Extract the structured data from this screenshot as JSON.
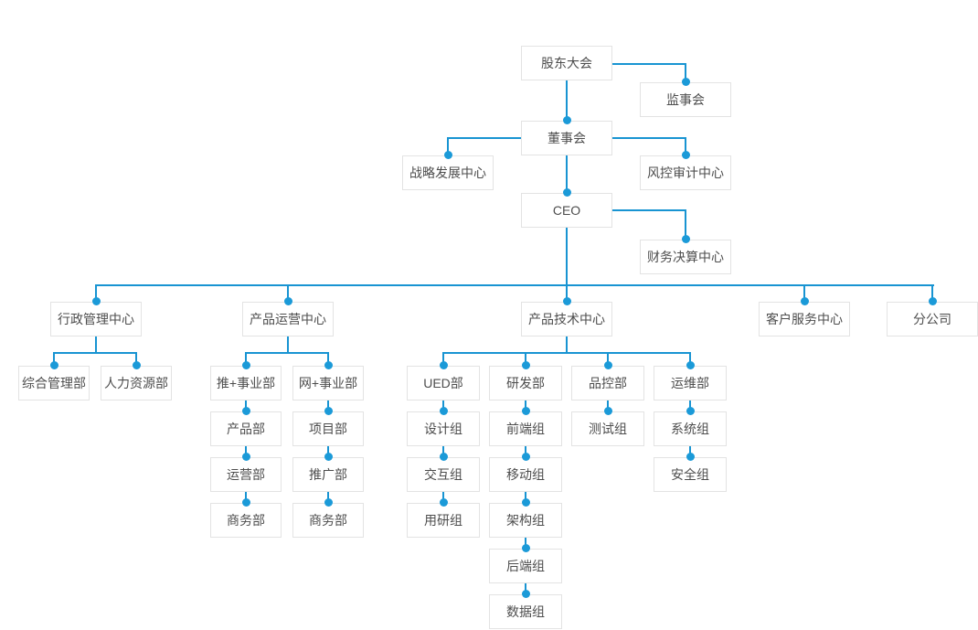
{
  "colors": {
    "line": "#1894d2",
    "dot": "#1b9ad8",
    "box_border": "#e3e3e3",
    "box_bg": "#ffffff",
    "text": "#4d4d4d",
    "page_bg": "#ffffff"
  },
  "nodes": {
    "shareholders": {
      "label": "股东大会"
    },
    "supervisory_board": {
      "label": "监事会"
    },
    "board_of_directors": {
      "label": "董事会"
    },
    "strategy_center": {
      "label": "战略发展中心"
    },
    "risk_audit_center": {
      "label": "风控审计中心"
    },
    "ceo": {
      "label": "CEO"
    },
    "finance_center": {
      "label": "财务决算中心"
    },
    "admin_center": {
      "label": "行政管理中心"
    },
    "product_ops_center": {
      "label": "产品运营中心"
    },
    "product_tech_center": {
      "label": "产品技术中心"
    },
    "customer_service_center": {
      "label": "客户服务中心"
    },
    "branch_company": {
      "label": "分公司"
    },
    "general_mgmt_dept": {
      "label": "综合管理部"
    },
    "hr_dept": {
      "label": "人力资源部"
    },
    "tui_division": {
      "label": "推+事业部"
    },
    "wang_division": {
      "label": "网+事业部"
    },
    "product_dept": {
      "label": "产品部"
    },
    "project_dept": {
      "label": "项目部"
    },
    "operations_dept": {
      "label": "运营部"
    },
    "promotion_dept": {
      "label": "推广部"
    },
    "business_dept_1": {
      "label": "商务部"
    },
    "business_dept_2": {
      "label": "商务部"
    },
    "ued_dept": {
      "label": "UED部"
    },
    "rd_dept": {
      "label": "研发部"
    },
    "qc_dept": {
      "label": "品控部"
    },
    "ops_maint_dept": {
      "label": "运维部"
    },
    "design_group": {
      "label": "设计组"
    },
    "frontend_group": {
      "label": "前端组"
    },
    "testing_group": {
      "label": "测试组"
    },
    "system_group": {
      "label": "系统组"
    },
    "interaction_group": {
      "label": "交互组"
    },
    "mobile_group": {
      "label": "移动组"
    },
    "security_group": {
      "label": "安全组"
    },
    "user_research_group": {
      "label": "用研组"
    },
    "architecture_group": {
      "label": "架构组"
    },
    "backend_group": {
      "label": "后端组"
    },
    "data_group": {
      "label": "数据组"
    }
  }
}
